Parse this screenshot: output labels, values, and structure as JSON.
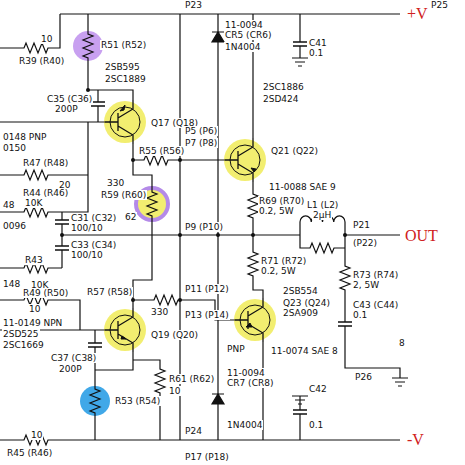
{
  "diagram": {
    "labels": [
      "R39 (R40)",
      "10",
      "R51 (R52)",
      "2SB595",
      "2SC1889",
      "C35 (C36)",
      "200P",
      "0148 PNP",
      "0150",
      "Q17 (Q18)",
      "R47 (R48)",
      "20",
      "R44 (R46)",
      "10K",
      "48",
      "0096",
      "C31 (C32)",
      "100/10",
      "R55 (R56)",
      "330",
      "R59 (R60)",
      "62",
      "C33 (C34)",
      "100/10",
      "R43",
      "148",
      "10K",
      "R49 (R50)",
      "10",
      "R57 (R58)",
      "330",
      "P11 (P12)",
      "P13 (P14)",
      "11-0149 NPN",
      "2SD525",
      "2SC1669",
      "C37 (C38)",
      "200P",
      "Q19 (Q20)",
      "R53 (R54)",
      "R61 (R62)",
      "10",
      "R45 (R46)",
      "10",
      "P24",
      "P17 (P18)",
      "P23",
      "P25",
      "11-0094",
      "CR5 (CR6)",
      "1N4004",
      "C41",
      "0.1",
      "2SC1886",
      "2SD424",
      "Q21 (Q22)",
      "11-0088 SAE 9",
      "P5 (P6)",
      "P7 (P8)",
      "R69 (R70)",
      "0.2, 5W",
      "L1 (L2)",
      "2μH",
      "P9 (P10)",
      "P21",
      "(P22)",
      "R71 (R72)",
      "0.2, 5W",
      "R73 (R74)",
      "2, 5W",
      "C43 (C44)",
      "0.1",
      "8",
      "P26",
      "2SB554",
      "Q23 (Q24)",
      "2SA909",
      "PNP",
      "11-0074 SAE 8",
      "11-0094",
      "CR7 (CR8)",
      "1N4004",
      "C42",
      "0.1",
      "+V",
      "OUT",
      "-V"
    ]
  }
}
